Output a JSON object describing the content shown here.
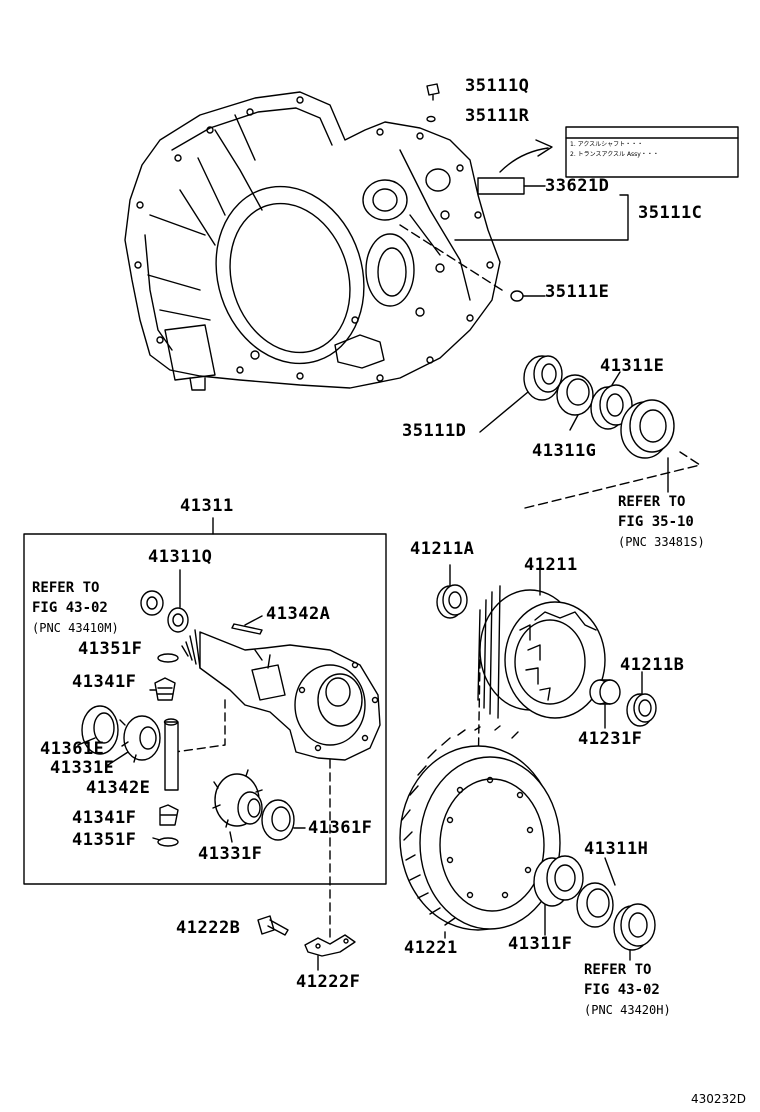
{
  "figure_id": "430232D",
  "part_numbers": {
    "p35111Q": "35111Q",
    "p35111R": "35111R",
    "p33621D": "33621D",
    "p35111C": "35111C",
    "p35111E": "35111E",
    "p41311E": "41311E",
    "p35111D": "35111D",
    "p41311G": "41311G",
    "p41311": "41311",
    "p41311Q": "41311Q",
    "p41342A": "41342A",
    "p41351F_a": "41351F",
    "p41341F_a": "41341F",
    "p41361E": "41361E",
    "p41331E": "41331E",
    "p41342E": "41342E",
    "p41341F_b": "41341F",
    "p41351F_b": "41351F",
    "p41331F": "41331F",
    "p41361F": "41361F",
    "p41211A": "41211A",
    "p41211": "41211",
    "p41211B": "41211B",
    "p41231F": "41231F",
    "p41311H": "41311H",
    "p41221": "41221",
    "p41311F": "41311F",
    "p41222B": "41222B",
    "p41222F": "41222F"
  },
  "references": {
    "ref_35_10": {
      "line1": "REFER TO",
      "line2": "FIG 35-10",
      "line3": "(PNC 33481S)"
    },
    "ref_43_02_a": {
      "line1": "REFER TO",
      "line2": "FIG 43-02",
      "line3": "(PNC 43410M)"
    },
    "ref_43_02_b": {
      "line1": "REFER TO",
      "line2": "FIG 43-02",
      "line3": "(PNC 43420H)"
    }
  },
  "label_card": {
    "line1": "1. アクスルシャフト・・・",
    "line2": "2. トランスアクスル Assy・・・"
  }
}
